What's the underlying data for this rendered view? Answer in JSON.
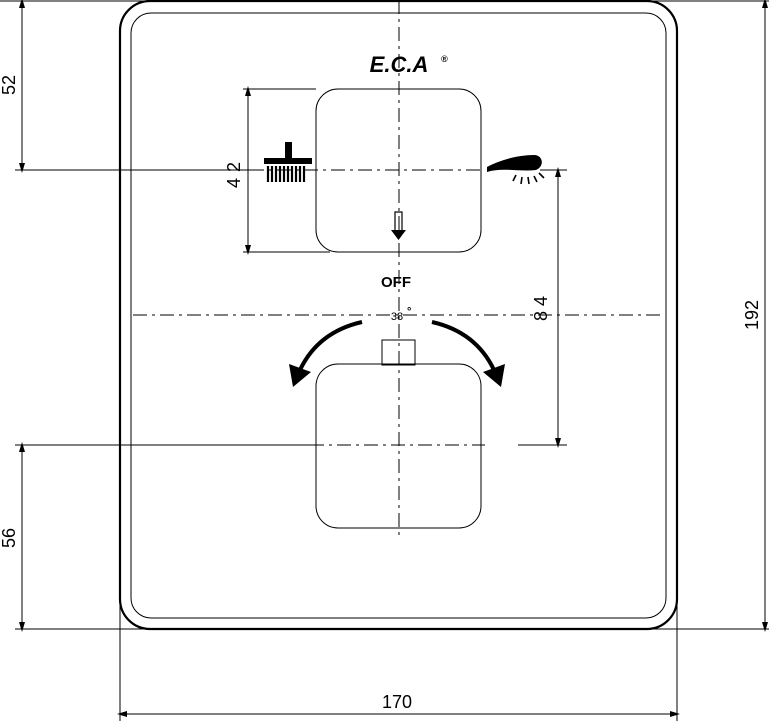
{
  "brand": {
    "logo": "E.C.A",
    "registered_mark": "®"
  },
  "labels": {
    "off": "OFF",
    "temperature": "38",
    "degree": "°"
  },
  "dimensions": {
    "top_offset": "52",
    "upper_knob_height": "42",
    "knob_spacing": "84",
    "total_height": "192",
    "bottom_offset": "56",
    "total_width": "170"
  },
  "icons": [
    "hand-shower-icon",
    "overhead-shower-icon",
    "arrow-down-icon",
    "rotate-left-arrow-icon",
    "rotate-right-arrow-icon"
  ],
  "colors": {
    "ink": "#000000",
    "paper": "#ffffff"
  }
}
